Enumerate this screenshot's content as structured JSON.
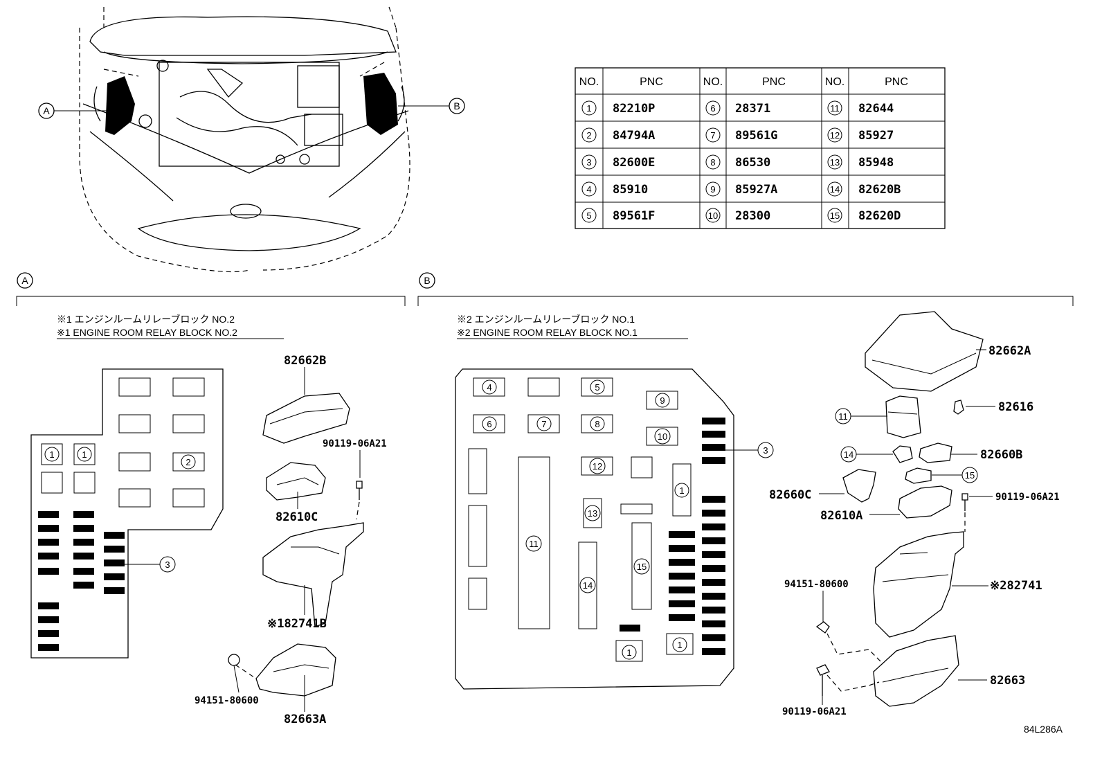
{
  "table": {
    "headers": [
      "NO.",
      "PNC",
      "NO.",
      "PNC",
      "NO.",
      "PNC"
    ],
    "rows": [
      [
        {
          "no": "1",
          "pnc": "82210P"
        },
        {
          "no": "6",
          "pnc": "28371"
        },
        {
          "no": "11",
          "pnc": "82644"
        }
      ],
      [
        {
          "no": "2",
          "pnc": "84794A"
        },
        {
          "no": "7",
          "pnc": "89561G"
        },
        {
          "no": "12",
          "pnc": "85927"
        }
      ],
      [
        {
          "no": "3",
          "pnc": "82600E"
        },
        {
          "no": "8",
          "pnc": "86530"
        },
        {
          "no": "13",
          "pnc": "85948"
        }
      ],
      [
        {
          "no": "4",
          "pnc": "85910"
        },
        {
          "no": "9",
          "pnc": "85927A"
        },
        {
          "no": "14",
          "pnc": "82620B"
        }
      ],
      [
        {
          "no": "5",
          "pnc": "89561F"
        },
        {
          "no": "10",
          "pnc": "28300"
        },
        {
          "no": "15",
          "pnc": "82620D"
        }
      ]
    ]
  },
  "callouts": {
    "a": "A",
    "b": "B"
  },
  "section_a": {
    "title_jp": "※1 エンジンルームリレーブロック NO.2",
    "title_en": "※1 ENGINE ROOM RELAY BLOCK NO.2",
    "parts": {
      "p1": "82662B",
      "p2": "90119-06A21",
      "p3": "82610C",
      "p4": "※182741B",
      "p5": "94151-80600",
      "p6": "82663A"
    },
    "markers": {
      "m1": "1",
      "m2": "1",
      "m3": "2",
      "m4": "3"
    }
  },
  "section_b": {
    "title_jp": "※2 エンジンルームリレーブロック NO.1",
    "title_en": "※2 ENGINE ROOM RELAY BLOCK NO.1",
    "parts": {
      "p1": "82662A",
      "p2": "82616",
      "p3": "82660B",
      "p4": "82660C",
      "p5": "82610A",
      "p6": "90119-06A21",
      "p7": "94151-80600",
      "p8": "※282741",
      "p9": "82663",
      "p10": "90119-06A21"
    },
    "markers": {
      "m4": "4",
      "m5": "5",
      "m9": "9",
      "m6": "6",
      "m7": "7",
      "m8": "8",
      "m10": "10",
      "m3": "3",
      "m12": "12",
      "m1a": "1",
      "m13": "13",
      "m11": "11",
      "m14": "14",
      "m15": "15",
      "m1b": "1",
      "m1c": "1",
      "c11": "11",
      "c14": "14",
      "c15": "15"
    }
  },
  "footer_code": "84L286A"
}
